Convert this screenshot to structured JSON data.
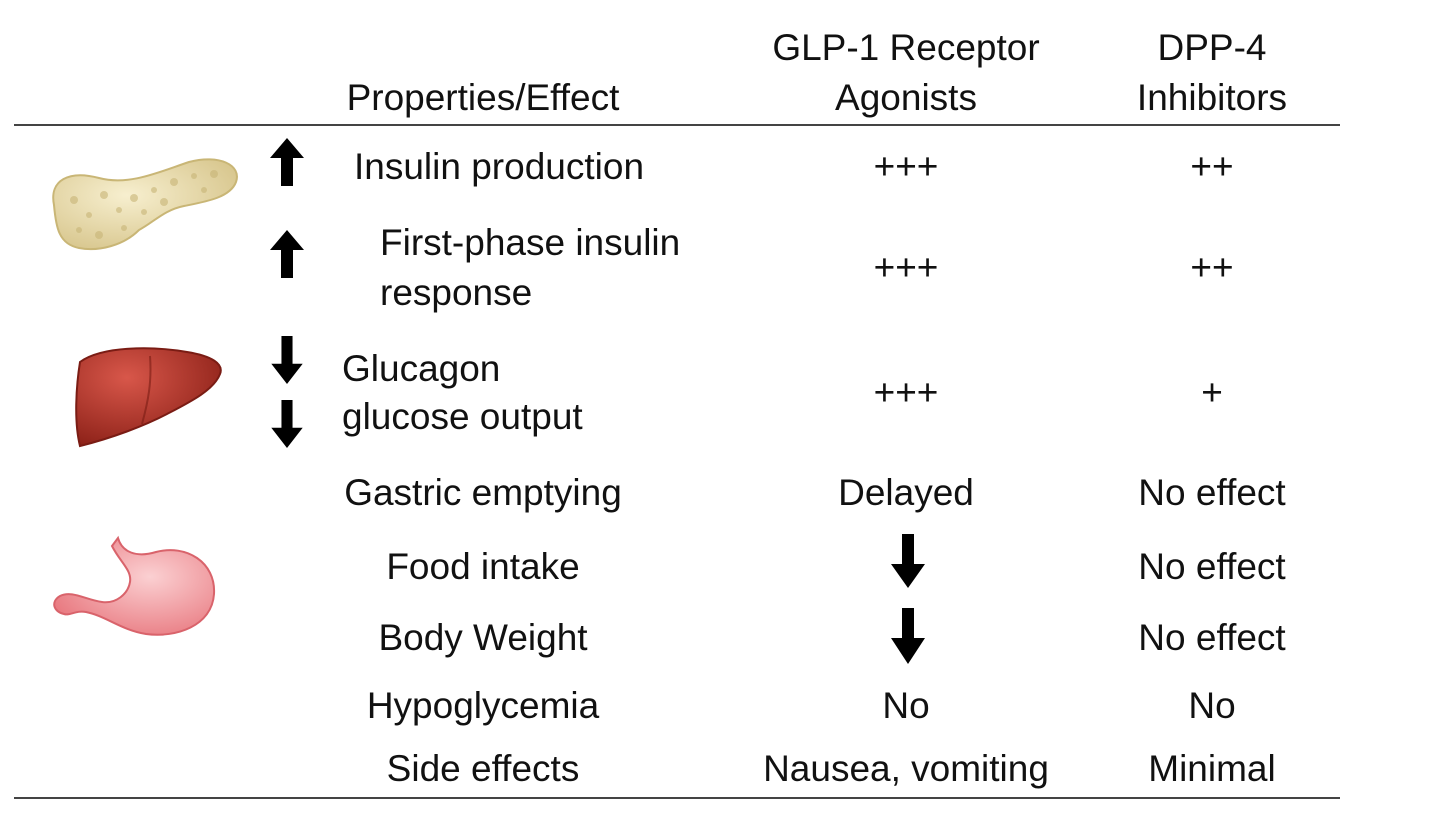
{
  "header": {
    "property": "Properties/Effect",
    "col1_line1": "GLP-1 Receptor",
    "col1_line2": "Agonists",
    "col2_line1": "DPP-4",
    "col2_line2": "Inhibitors"
  },
  "rows": [
    {
      "property": "Insulin production",
      "glp1": "+++",
      "dpp4": "++"
    },
    {
      "property_line1": "First-phase insulin",
      "property_line2": "response",
      "glp1": "+++",
      "dpp4": "++"
    },
    {
      "property_line1": "Glucagon",
      "property_line2": "glucose output",
      "glp1": "+++",
      "dpp4": "+"
    },
    {
      "property": "Gastric emptying",
      "glp1": "Delayed",
      "dpp4": "No effect"
    },
    {
      "property": "Food intake",
      "glp1_icon": "down-arrow-icon",
      "dpp4": "No effect"
    },
    {
      "property": "Body Weight",
      "glp1_icon": "down-arrow-icon",
      "dpp4": "No effect"
    },
    {
      "property": "Hypoglycemia",
      "glp1": "No",
      "dpp4": "No"
    },
    {
      "property": "Side effects",
      "glp1": "Nausea, vomiting",
      "dpp4": "Minimal"
    }
  ],
  "icons": {
    "pancreas": "pancreas-icon",
    "liver": "liver-icon",
    "stomach": "stomach-icon",
    "up": "up-arrow-icon",
    "down": "down-arrow-icon"
  },
  "colors": {
    "rule": "#444444",
    "arrow": "#000000",
    "pancreas": "#e9dcae",
    "liver": "#b2342a",
    "stomach": "#f4a0a4"
  }
}
